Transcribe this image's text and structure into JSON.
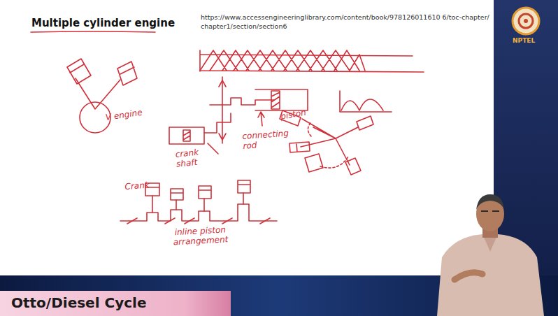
{
  "diagram": {
    "title": "Multiple cylinder engine",
    "caption": "Otto/Diesel Cycle",
    "labels": [
      "https://www.accessengineeringlibrary.com/content/book/978126011610 6/toc-chapter/chapter1/section/section6",
      "V engine",
      "crank shaft",
      "connecting rod",
      "piston",
      "Crank",
      "inline piston arrangement",
      "NPTEL"
    ]
  }
}
